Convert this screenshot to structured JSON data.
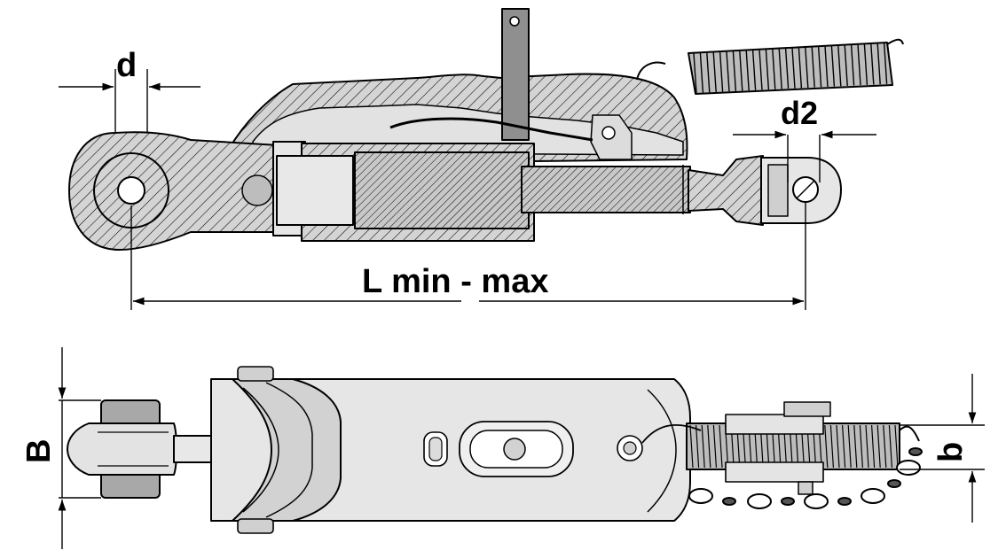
{
  "labels": {
    "d": "d",
    "d2": "d2",
    "length": "L min - max",
    "B": "B",
    "b": "b"
  },
  "colors": {
    "line": "#000000",
    "body_fill": "#d9d9d9",
    "dark_fill": "#a8a8a8",
    "hatch": "#000000",
    "background": "#ffffff"
  }
}
